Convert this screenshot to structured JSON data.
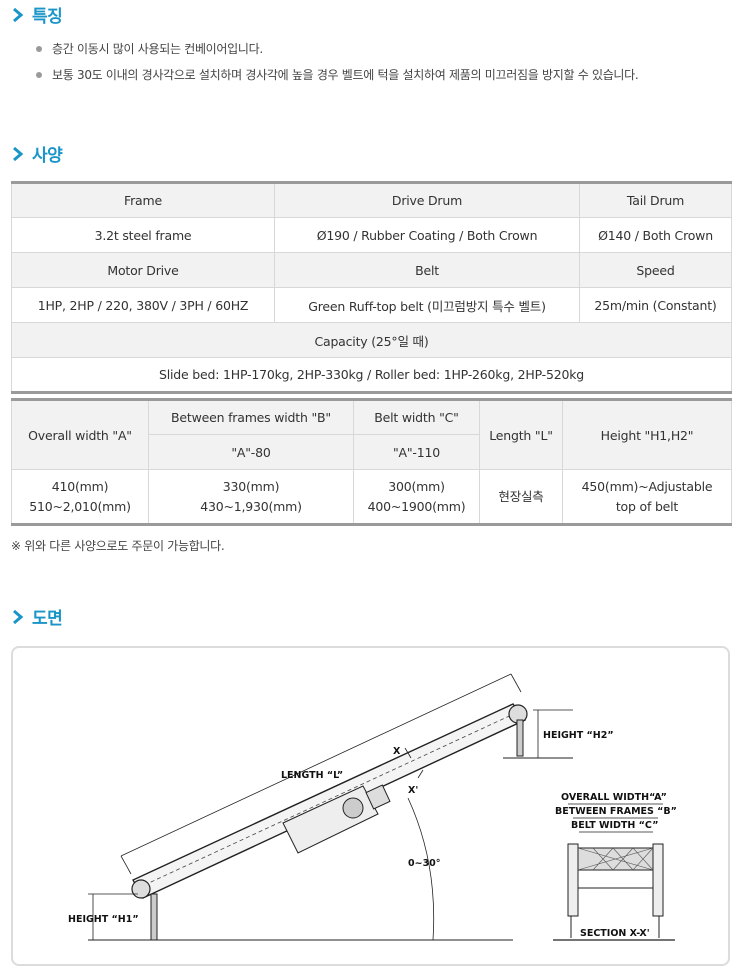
{
  "sections": {
    "features": "특징",
    "specs": "사양",
    "drawing": "도면"
  },
  "features": [
    "층간 이동시 많이 사용되는 컨베이어입니다.",
    "보통 30도 이내의 경사각으로 설치하며 경사각에 높을 경우 벨트에 턱을 설치하여 제품의 미끄러짐을 방지할 수 있습니다."
  ],
  "spec_table": {
    "h1": [
      "Frame",
      "Drive Drum",
      "Tail Drum"
    ],
    "v1": [
      "3.2t steel frame",
      "Ø190 / Rubber Coating / Both Crown",
      "Ø140 / Both Crown"
    ],
    "h2": [
      "Motor Drive",
      "Belt",
      "Speed"
    ],
    "v2": [
      "1HP, 2HP / 220, 380V / 3PH / 60HZ",
      "Green Ruff-top belt (미끄럼방지 특수 벨트)",
      "25m/min (Constant)"
    ],
    "capacity_header": "Capacity (25°일 때)",
    "capacity_value": "Slide bed: 1HP-170kg, 2HP-330kg / Roller bed: 1HP-260kg, 2HP-520kg"
  },
  "dim_table": {
    "overall_width": "Overall width \"A\"",
    "between_frames": "Between frames width \"B\"",
    "belt_width": "Belt width \"C\"",
    "length": "Length \"L\"",
    "height": "Height \"H1,H2\"",
    "b_formula": "\"A\"-80",
    "c_formula": "\"A\"-110",
    "a_val1": "410(mm)",
    "a_val2": "510~2,010(mm)",
    "b_val1": "330(mm)",
    "b_val2": "430~1,930(mm)",
    "c_val1": "300(mm)",
    "c_val2": "400~1900(mm)",
    "l_val": "현장실측",
    "h_val1": "450(mm)~Adjustable",
    "h_val2": "top of belt"
  },
  "note": "※ 위와 다른 사양으로도 주문이 가능합니다.",
  "drawing_labels": {
    "height_h2": "HEIGHT “H2”",
    "height_h1": "HEIGHT “H1”",
    "length": "LENGTH “L”",
    "x_top": "X",
    "x_bottom": "X'",
    "angle": "0~30°",
    "overall_width": "OVERALL WIDTH“A”",
    "between_frames": "BETWEEN FRAMES “B”",
    "belt_width": "BELT WIDTH “C”",
    "section": "SECTION X-X'"
  },
  "colors": {
    "accent": "#1a95c8",
    "header_bg": "#f2f2f2",
    "border": "#d8d8d8"
  }
}
